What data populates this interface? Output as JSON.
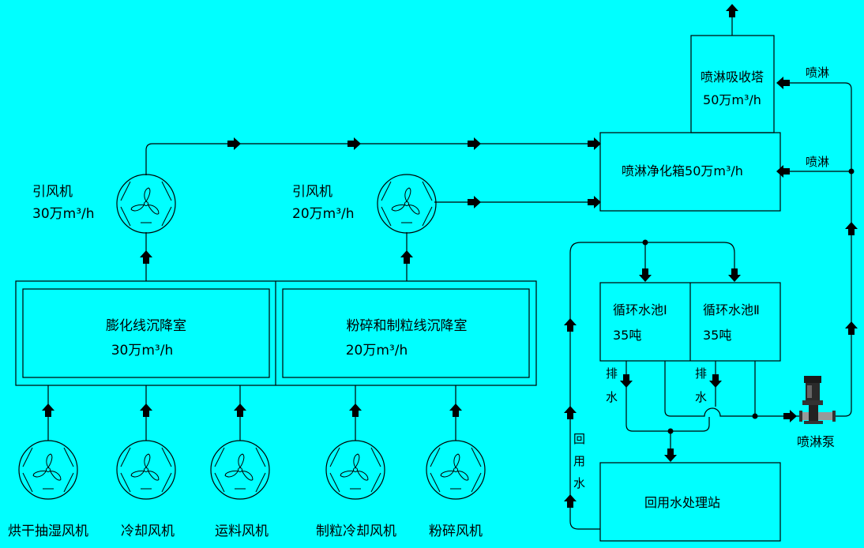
{
  "colors": {
    "background": "#00ffff",
    "ink": "#000000"
  },
  "top_fans": [
    {
      "name": "引风机",
      "capacity": "30万m³/h"
    },
    {
      "name": "引风机",
      "capacity": "20万m³/h"
    }
  ],
  "chambers": [
    {
      "name": "膨化线沉降室",
      "capacity": "30万m³/h"
    },
    {
      "name": "粉碎和制粒线沉降室",
      "capacity": "20万m³/h"
    }
  ],
  "bottom_fans": [
    "烘干抽湿风机",
    "冷却风机",
    "运料风机",
    "制粒冷却风机",
    "粉碎风机"
  ],
  "absorber": {
    "name": "喷淋吸收塔",
    "capacity": "50万m³/h"
  },
  "purifier": {
    "label": "喷淋净化箱50万m³/h"
  },
  "spray_labels": [
    "喷淋",
    "喷淋"
  ],
  "pools": [
    {
      "name": "循环水池Ⅰ",
      "capacity": "35吨"
    },
    {
      "name": "循环水池Ⅱ",
      "capacity": "35吨"
    }
  ],
  "drain_labels": [
    "排水",
    "排水"
  ],
  "reuse_water_label": "回用水",
  "treatment_station": "回用水处理站",
  "pump": {
    "name": "喷淋泵",
    "icon": "pump-icon"
  }
}
